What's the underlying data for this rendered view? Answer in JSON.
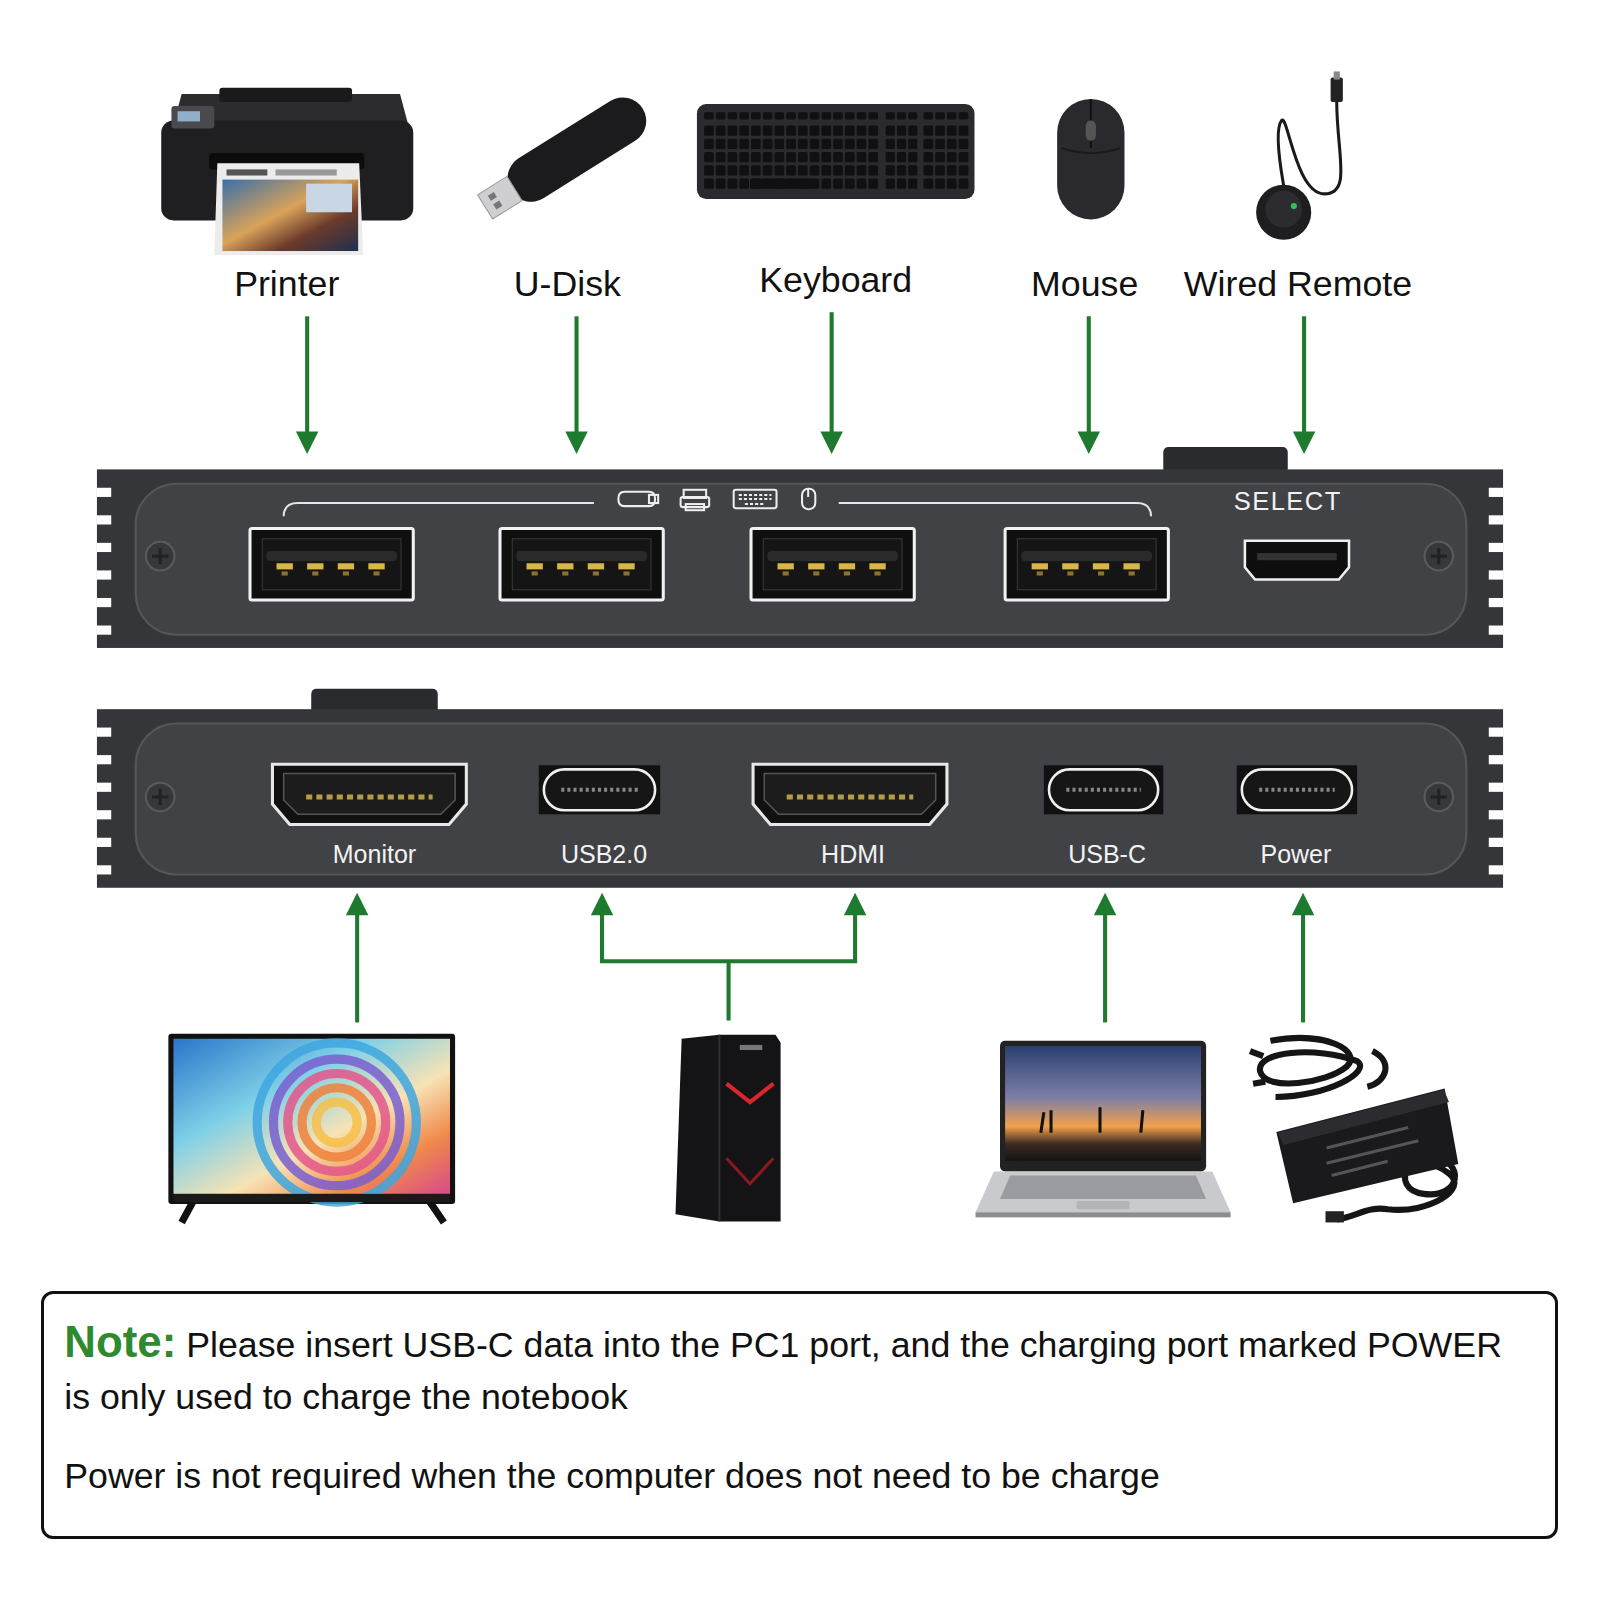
{
  "diagram": {
    "nodes": [
      {
        "text": [
          "Printer"
        ]
      },
      {
        "text": [
          "U-Disk"
        ]
      },
      {
        "text": [
          "Keyboard"
        ]
      },
      {
        "text": [
          "Mouse"
        ]
      },
      {
        "text": [
          "Wired Remote"
        ]
      },
      {
        "text": [
          "SELECT"
        ]
      },
      {
        "text": [
          "Monitor"
        ]
      },
      {
        "text": [
          "USB2.0"
        ]
      },
      {
        "text": [
          "HDMI"
        ]
      },
      {
        "text": [
          "USB-C"
        ]
      },
      {
        "text": [
          "Power"
        ]
      },
      {
        "text": [
          "Note:",
          "Please insert USB-C data into the PC1 port, and the charging port marked POWER is only used to charge the notebook",
          "Power is not required when the computer does not need to be charge"
        ]
      }
    ],
    "edges": [
      {
        "from": 0,
        "to": 5,
        "arrow": "to"
      },
      {
        "from": 1,
        "to": 5,
        "arrow": "to"
      },
      {
        "from": 2,
        "to": 5,
        "arrow": "to"
      },
      {
        "from": 3,
        "to": 5,
        "arrow": "to"
      },
      {
        "from": 4,
        "to": 5,
        "arrow": "to"
      }
    ]
  }
}
